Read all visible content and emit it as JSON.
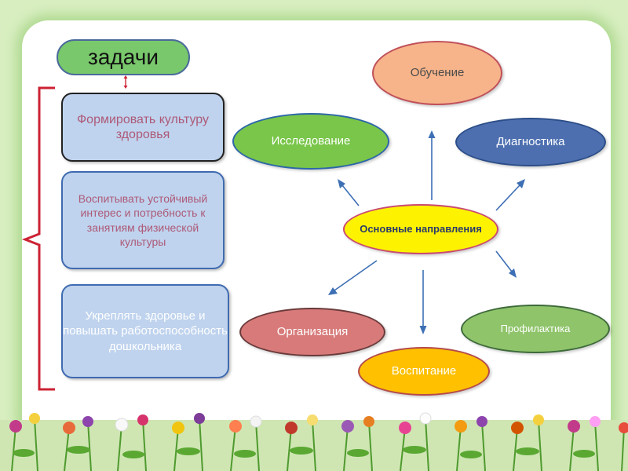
{
  "title_pill": "задачи",
  "tasks": [
    "Формировать культуру здоровья",
    "Воспитывать устойчивый интерес и потребность к занятиям физической культуры",
    "Укреплять здоровье и повышать работоспособность дошкольника"
  ],
  "center": "Основные направления",
  "directions": {
    "obuchenie": "Обучение",
    "issledovanie": "Исследование",
    "diagnostika": "Диагностика",
    "organizaciya": "Организация",
    "vospitanie": "Воспитание",
    "profilaktika": "Профилактика"
  },
  "colors": {
    "bracket": "#cc2233",
    "arrows": "#3d6fb5",
    "center_fill": "#fdf200",
    "title_fill": "#79c86c",
    "task_fill": "#bfd3ee"
  }
}
